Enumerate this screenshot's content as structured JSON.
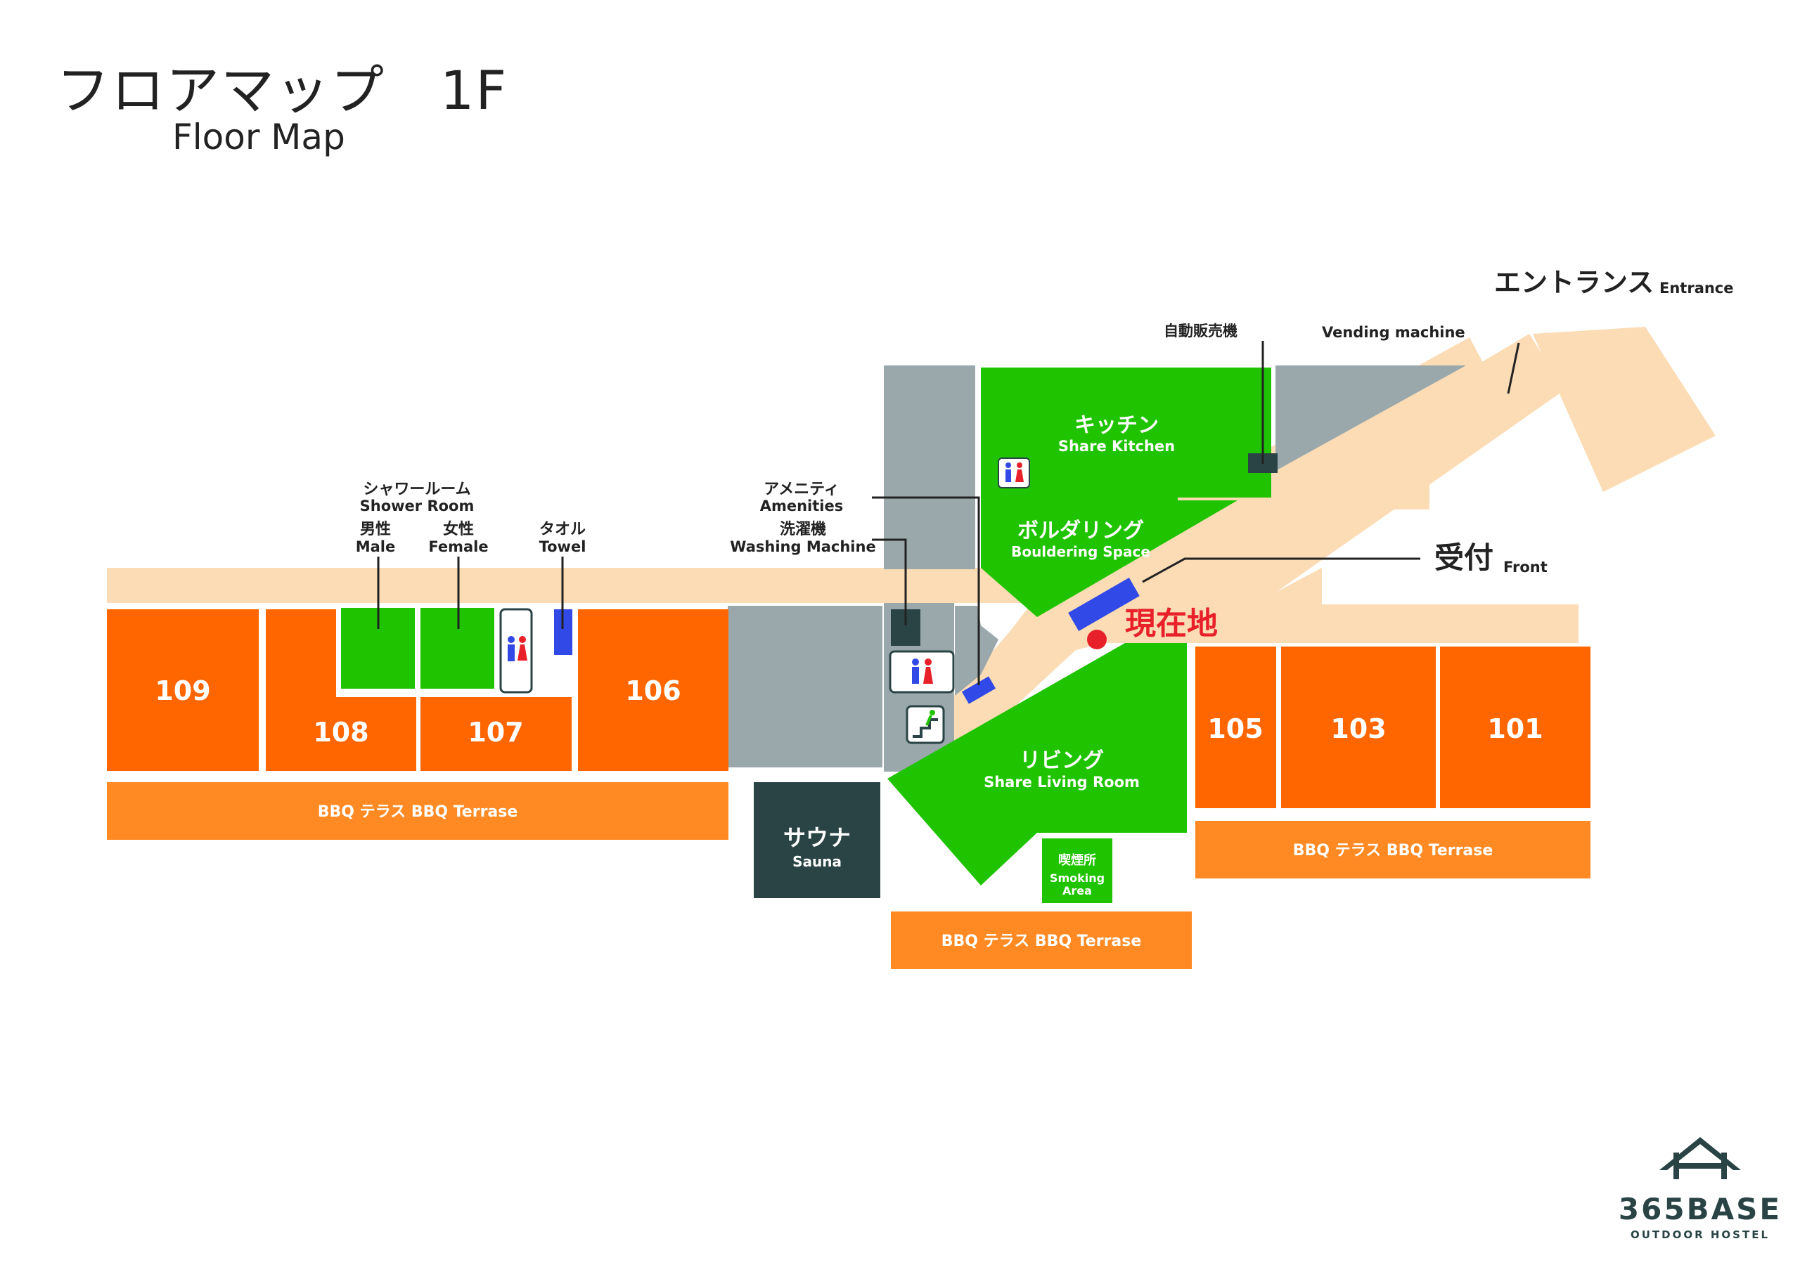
{
  "title": {
    "ja": "フロアマップ　1F",
    "en": "Floor Map"
  },
  "rooms": {
    "r109": "109",
    "r108": "108",
    "r107": "107",
    "r106": "106",
    "r105": "105",
    "r103": "103",
    "r101": "101"
  },
  "areas": {
    "bbq_left": "BBQ テラス  BBQ Terrase",
    "bbq_center": "BBQ テラス  BBQ Terrase",
    "bbq_right": "BBQ テラス  BBQ Terrase",
    "sauna_ja": "サウナ",
    "sauna_en": "Sauna",
    "kitchen_ja": "キッチン",
    "kitchen_en": "Share Kitchen",
    "bouldering_ja": "ボルダリング",
    "bouldering_en": "Bouldering Space",
    "living_ja": "リビング",
    "living_en": "Share Living Room",
    "smoking_ja": "喫煙所",
    "smoking_en1": "Smoking",
    "smoking_en2": "Area"
  },
  "labels": {
    "shower_ja": "シャワールーム",
    "shower_en": "Shower Room",
    "male_ja": "男性",
    "male_en": "Male",
    "female_ja": "女性",
    "female_en": "Female",
    "towel_ja": "タオル",
    "towel_en": "Towel",
    "amenities_ja": "アメニティ",
    "amenities_en": "Amenities",
    "washing_ja": "洗濯機",
    "washing_en": "Washing Machine",
    "vending_ja": "自動販売機",
    "vending_en": "Vending machine",
    "entrance_ja": "エントランス",
    "entrance_en": "Entrance",
    "front_ja": "受付",
    "front_en": "Front",
    "current_location": "現在地"
  },
  "logo": {
    "name": "365BASE",
    "sub": "OUTDOOR HOSTEL"
  },
  "icons": {
    "restroom": "restroom-icon",
    "emergency_exit": "emergency-exit-icon",
    "current_location_marker": "location-dot-icon"
  },
  "colors": {
    "room_orange": "#ff6600",
    "terrace_orange": "#ff8a24",
    "common_green": "#1fc300",
    "corridor": "#fbdcb5",
    "gray_area": "#9aa8ab",
    "dark": "#2a4446",
    "marker_blue": "#3149e6",
    "current_red": "#e8202a"
  }
}
